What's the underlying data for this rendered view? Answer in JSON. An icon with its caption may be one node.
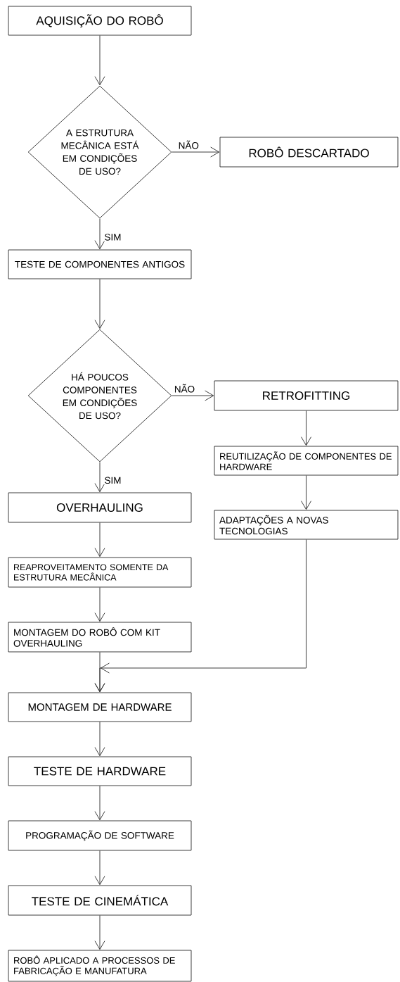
{
  "diagram": {
    "nodes": [
      {
        "text": [
          "AQUISIÇÃO DO ROBÔ"
        ]
      },
      {
        "text": [
          "A ESTRUTURA MECÂNICA ESTÁ EM CONDIÇÕES DE USO?"
        ]
      },
      {
        "text": [
          "ROBÔ DESCARTADO"
        ]
      },
      {
        "text": [
          "TESTE DE COMPONENTES ANTIGOS"
        ]
      },
      {
        "text": [
          "HÁ POUCOS COMPONENTES EM CONDIÇÕES DE USO?"
        ]
      },
      {
        "text": [
          "RETROFITTING"
        ]
      },
      {
        "text": [
          "REUTILIZAÇÃO DE COMPONENTES DE HARDWARE"
        ]
      },
      {
        "text": [
          "ADAPTAÇÕES A NOVAS TECNOLOGIAS"
        ]
      },
      {
        "text": [
          "OVERHAULING"
        ]
      },
      {
        "text": [
          "REAPROVEITAMENTO SOMENTE DA ESTRUTURA MECÂNICA"
        ]
      },
      {
        "text": [
          "MONTAGEM DO ROBÔ COM KIT OVERHAULING"
        ]
      },
      {
        "text": [
          "MONTAGEM DE HARDWARE"
        ]
      },
      {
        "text": [
          "TESTE DE HARDWARE"
        ]
      },
      {
        "text": [
          "PROGRAMAÇÃO DE SOFTWARE"
        ]
      },
      {
        "text": [
          "TESTE DE CINEMÁTICA"
        ]
      },
      {
        "text": [
          "ROBÔ APLICADO A PROCESSOS DE FABRICAÇÃO E MANUFATURA"
        ]
      }
    ],
    "edges": [
      {
        "from": 0,
        "to": 1,
        "arrow": "to"
      },
      {
        "from": 1,
        "to": 2,
        "arrow": "to",
        "label": "NÃO"
      },
      {
        "from": 1,
        "to": 3,
        "arrow": "to",
        "label": "SIM"
      },
      {
        "from": 3,
        "to": 4,
        "arrow": "to"
      },
      {
        "from": 4,
        "to": 5,
        "arrow": "to",
        "label": "NÃO"
      },
      {
        "from": 4,
        "to": 8,
        "arrow": "to",
        "label": "SIM"
      },
      {
        "from": 5,
        "to": 6,
        "arrow": "to"
      },
      {
        "from": 6,
        "to": 7,
        "arrow": "to"
      },
      {
        "from": 8,
        "to": 9,
        "arrow": "to"
      },
      {
        "from": 9,
        "to": 10,
        "arrow": "to"
      },
      {
        "from": 10,
        "to": 11,
        "arrow": "to"
      },
      {
        "from": 7,
        "to": 11,
        "arrow": "to"
      },
      {
        "from": 11,
        "to": 12,
        "arrow": "to"
      },
      {
        "from": 12,
        "to": 13,
        "arrow": "to"
      },
      {
        "from": 13,
        "to": 14,
        "arrow": "to"
      },
      {
        "from": 14,
        "to": 15,
        "arrow": "to"
      }
    ]
  }
}
